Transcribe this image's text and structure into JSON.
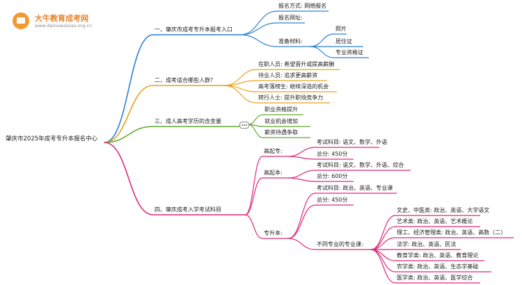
{
  "logo": {
    "title": "大牛教育成考网",
    "url": "www.daniuwaisiao.org.cn"
  },
  "root": "肇庆市2025年成考专升本报名中心",
  "branches": [
    {
      "label": "一、肇庆市成考专升本报考入口",
      "color": "#2c7fd6",
      "children": [
        {
          "label": "报名方式: 网络报名"
        },
        {
          "label": "报名网址:"
        },
        {
          "label": "准备材料:",
          "children": [
            "照片",
            "居住证",
            "专业资格证"
          ]
        }
      ]
    },
    {
      "label": "二、成考适合哪些人群？",
      "color": "#e5a21e",
      "children": [
        {
          "label": "在职人员: 希望晋升或提高薪酬"
        },
        {
          "label": "待业人员: 追求更高薪资"
        },
        {
          "label": "高考落榜生: 继续深造的机会"
        },
        {
          "label": "转行人士: 提升职场竞争力"
        }
      ]
    },
    {
      "label": "三、成人高考学历的含金量",
      "color": "#5fa92e",
      "children": [
        {
          "label": "职业资格提升"
        },
        {
          "label": "就业机会增加"
        },
        {
          "label": "薪资待遇争取"
        }
      ]
    },
    {
      "label": "四、肇庆成考入学考试科目",
      "color": "#e0287a",
      "children": [
        {
          "label": "高起专:",
          "children": [
            "考试科目: 语文、数学、外语",
            "总分: 450分"
          ]
        },
        {
          "label": "高起本:",
          "children": [
            "考试科目: 语文、数学、外语、综合",
            "总分: 600分"
          ]
        },
        {
          "label": "专升本:",
          "children": [
            "考试科目: 政治、英语、专业课",
            "总分: 450分"
          ]
        },
        {
          "label": "不同专业的专业课:",
          "children": [
            "文史、中医类: 政治、英语、大学语文",
            "艺术类: 政治、英语、艺术概论",
            "理工、经济管理类: 政治、英语、高数（二）",
            "法学: 政治、英语、民法",
            "教育学类: 政治、英语、教育理论",
            "农学类: 政治、英语、生态学基础",
            "医学类: 政治、英语、医学综合"
          ]
        }
      ]
    }
  ]
}
